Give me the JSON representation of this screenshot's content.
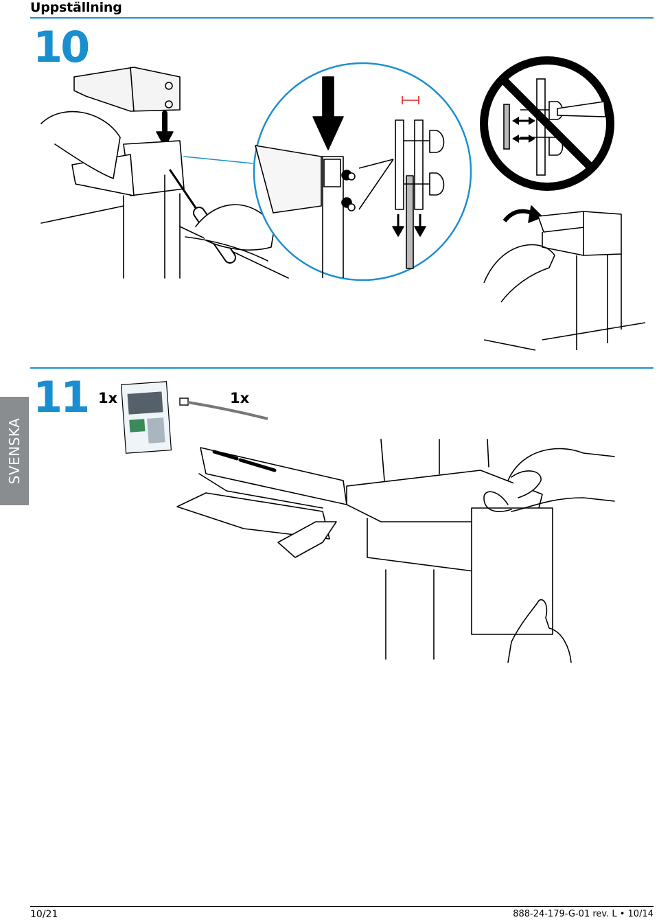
{
  "header": {
    "title": "Uppställning"
  },
  "steps": [
    {
      "number": "10"
    },
    {
      "number": "11",
      "items": [
        {
          "qty": "1x",
          "icon": "manual-booklet-icon"
        },
        {
          "qty": "1x",
          "icon": "cable-tie-icon"
        }
      ]
    }
  ],
  "sidebar": {
    "language": "SVENSKA"
  },
  "footer": {
    "page": "10/21",
    "doc_number": "888-24-179-G-01 rev. L • 10/14"
  },
  "colors": {
    "accent": "#1a8fd0",
    "tab_gray": "#8a8d90",
    "prohibit": "#000000",
    "highlight_red": "#d6251c"
  }
}
